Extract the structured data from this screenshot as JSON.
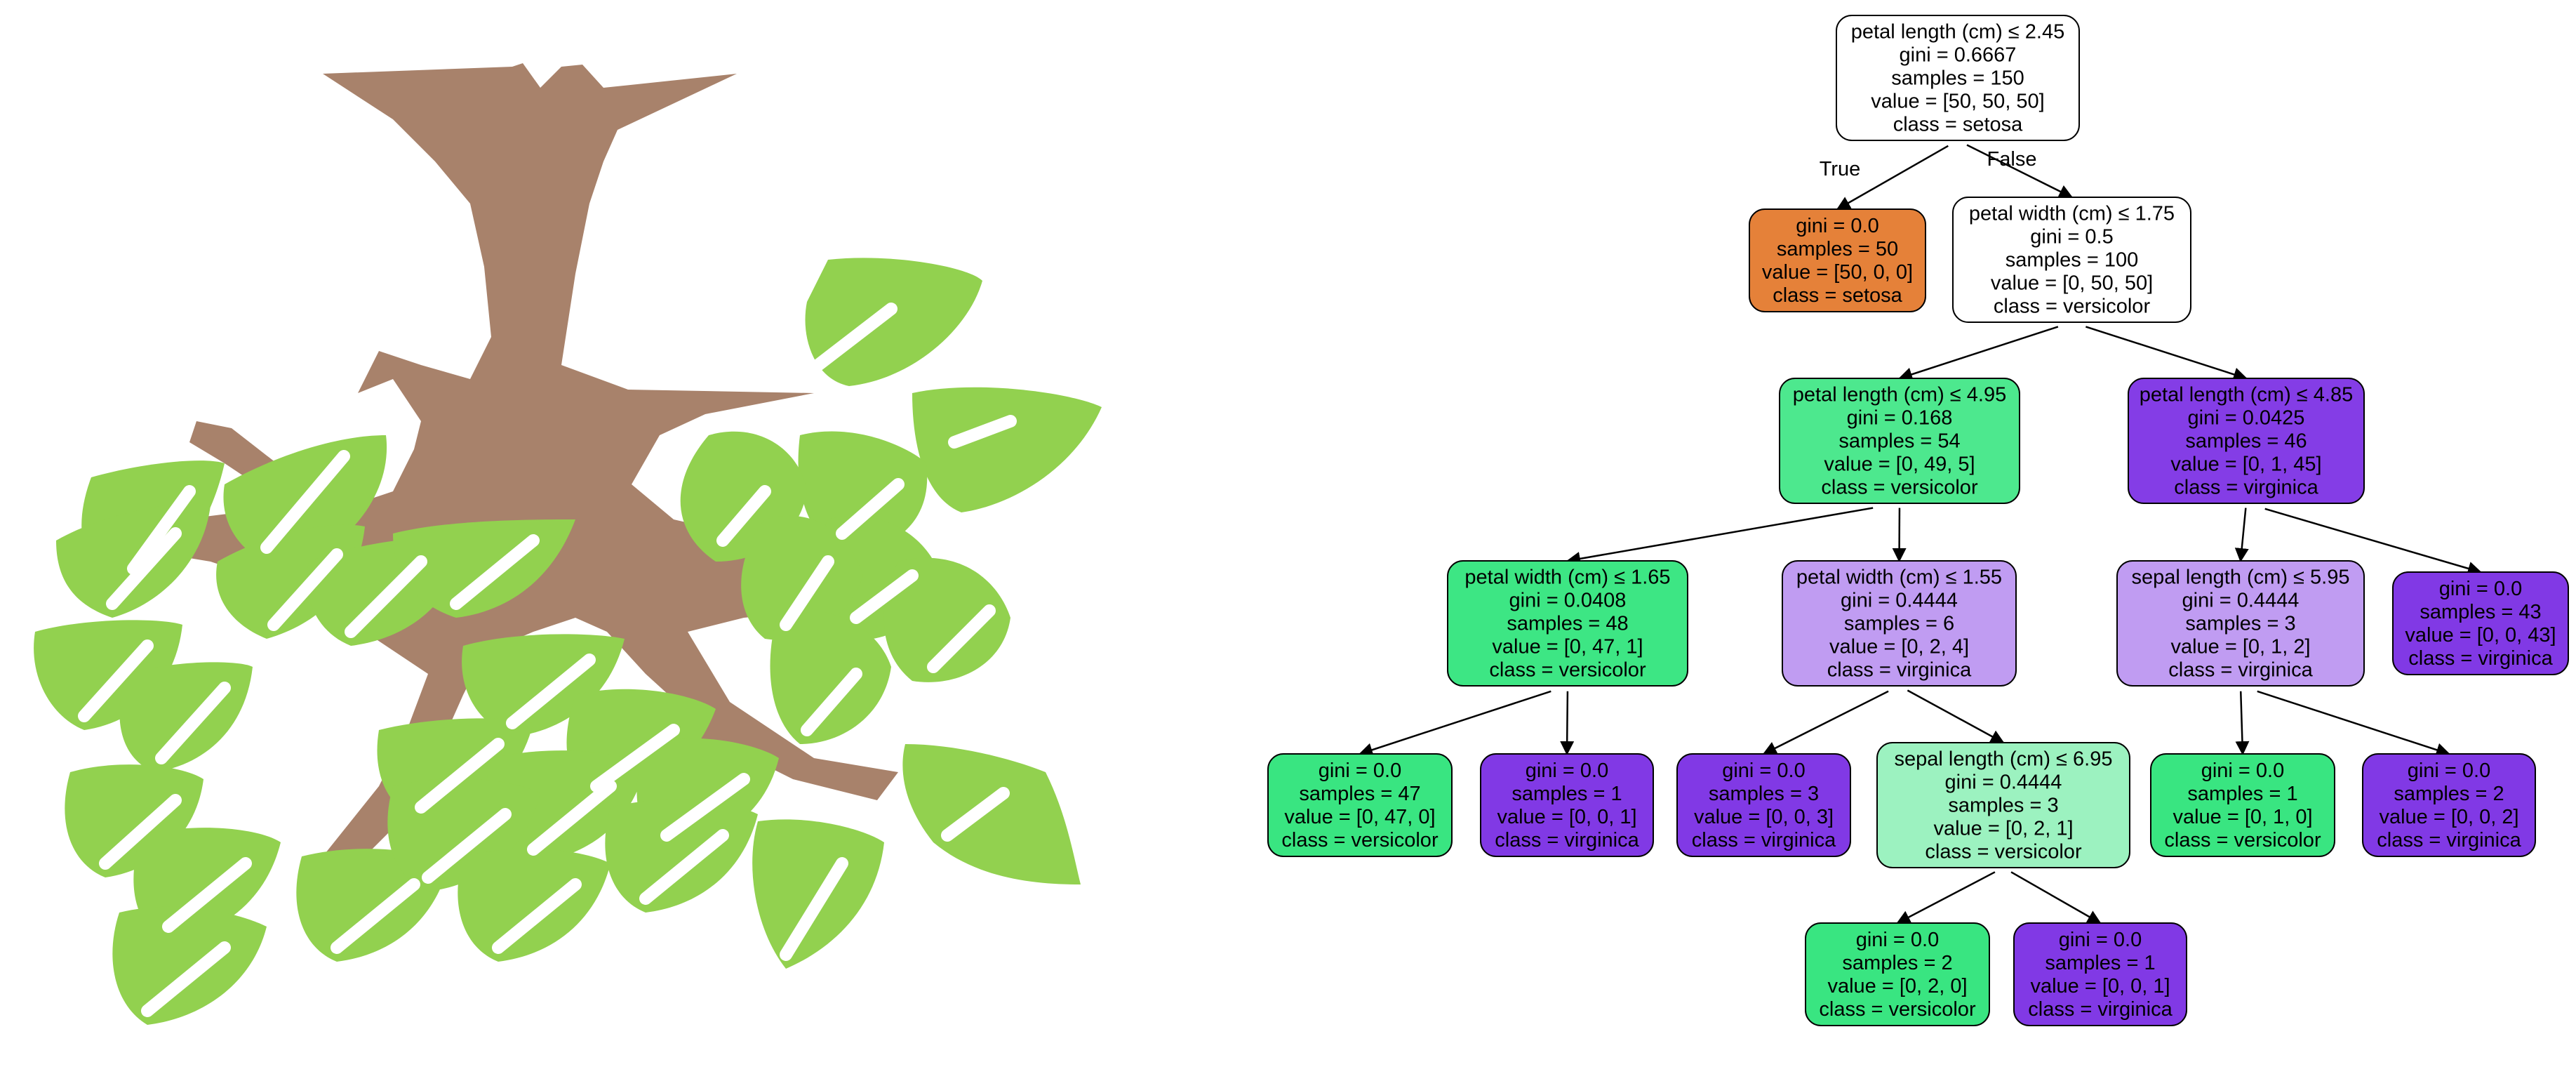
{
  "illustration": {
    "icon": "tree-with-leaves",
    "colors": {
      "trunk": "#a8826b",
      "leaf": "#92d14f",
      "vein": "#ffffff"
    }
  },
  "colors": {
    "edge": "#000000",
    "node_border": "#000000",
    "setosa": "#e58139",
    "versicolor_pure": "#39e581",
    "versicolor_mid": "#4de88e",
    "versicolor_light": "#9cf2c0",
    "virginica_pure": "#8139e5",
    "virginica_mid": "#843de6",
    "virginica_light": "#c09cf2",
    "neutral": "#ffffff"
  },
  "tree": {
    "nodes": [
      {
        "id": "n0",
        "fill": "#ffffff",
        "lines": [
          "petal length (cm) ≤ 2.45",
          "gini = 0.6667",
          "samples = 150",
          "value = [50, 50, 50]",
          "class = setosa"
        ]
      },
      {
        "id": "n1",
        "fill": "#e58139",
        "lines": [
          "gini = 0.0",
          "samples = 50",
          "value = [50, 0, 0]",
          "class = setosa"
        ]
      },
      {
        "id": "n2",
        "fill": "#ffffff",
        "lines": [
          "petal width (cm) ≤ 1.75",
          "gini = 0.5",
          "samples = 100",
          "value = [0, 50, 50]",
          "class = versicolor"
        ]
      },
      {
        "id": "n3",
        "fill": "#4de88e",
        "lines": [
          "petal length (cm) ≤ 4.95",
          "gini = 0.168",
          "samples = 54",
          "value = [0, 49, 5]",
          "class = versicolor"
        ]
      },
      {
        "id": "n4",
        "fill": "#843de6",
        "lines": [
          "petal length (cm) ≤ 4.85",
          "gini = 0.0425",
          "samples = 46",
          "value = [0, 1, 45]",
          "class = virginica"
        ]
      },
      {
        "id": "n5",
        "fill": "#3de684",
        "lines": [
          "petal width (cm) ≤ 1.65",
          "gini = 0.0408",
          "samples = 48",
          "value = [0, 47, 1]",
          "class = versicolor"
        ]
      },
      {
        "id": "n6",
        "fill": "#c09cf2",
        "lines": [
          "petal width (cm) ≤ 1.55",
          "gini = 0.4444",
          "samples = 6",
          "value = [0, 2, 4]",
          "class = virginica"
        ]
      },
      {
        "id": "n7",
        "fill": "#c09cf2",
        "lines": [
          "sepal length (cm) ≤ 5.95",
          "gini = 0.4444",
          "samples = 3",
          "value = [0, 1, 2]",
          "class = virginica"
        ]
      },
      {
        "id": "n8",
        "fill": "#8139e5",
        "lines": [
          "gini = 0.0",
          "samples = 43",
          "value = [0, 0, 43]",
          "class = virginica"
        ]
      },
      {
        "id": "n9",
        "fill": "#39e581",
        "lines": [
          "gini = 0.0",
          "samples = 47",
          "value = [0, 47, 0]",
          "class = versicolor"
        ]
      },
      {
        "id": "n10",
        "fill": "#8139e5",
        "lines": [
          "gini = 0.0",
          "samples = 1",
          "value = [0, 0, 1]",
          "class = virginica"
        ]
      },
      {
        "id": "n11",
        "fill": "#8139e5",
        "lines": [
          "gini = 0.0",
          "samples = 3",
          "value = [0, 0, 3]",
          "class = virginica"
        ]
      },
      {
        "id": "n12",
        "fill": "#9cf2c0",
        "lines": [
          "sepal length (cm) ≤ 6.95",
          "gini = 0.4444",
          "samples = 3",
          "value = [0, 2, 1]",
          "class = versicolor"
        ]
      },
      {
        "id": "n13",
        "fill": "#39e581",
        "lines": [
          "gini = 0.0",
          "samples = 1",
          "value = [0, 1, 0]",
          "class = versicolor"
        ]
      },
      {
        "id": "n14",
        "fill": "#8139e5",
        "lines": [
          "gini = 0.0",
          "samples = 2",
          "value = [0, 0, 2]",
          "class = virginica"
        ]
      },
      {
        "id": "n15",
        "fill": "#39e581",
        "lines": [
          "gini = 0.0",
          "samples = 2",
          "value = [0, 2, 0]",
          "class = versicolor"
        ]
      },
      {
        "id": "n16",
        "fill": "#8139e5",
        "lines": [
          "gini = 0.0",
          "samples = 1",
          "value = [0, 0, 1]",
          "class = virginica"
        ]
      }
    ],
    "edges": [
      {
        "from": "n0",
        "to": "n1",
        "label": "True"
      },
      {
        "from": "n0",
        "to": "n2",
        "label": "False"
      },
      {
        "from": "n2",
        "to": "n3"
      },
      {
        "from": "n2",
        "to": "n4"
      },
      {
        "from": "n3",
        "to": "n5"
      },
      {
        "from": "n3",
        "to": "n6"
      },
      {
        "from": "n4",
        "to": "n7"
      },
      {
        "from": "n4",
        "to": "n8"
      },
      {
        "from": "n5",
        "to": "n9"
      },
      {
        "from": "n5",
        "to": "n10"
      },
      {
        "from": "n6",
        "to": "n11"
      },
      {
        "from": "n6",
        "to": "n12"
      },
      {
        "from": "n7",
        "to": "n13"
      },
      {
        "from": "n7",
        "to": "n14"
      },
      {
        "from": "n12",
        "to": "n15"
      },
      {
        "from": "n12",
        "to": "n16"
      }
    ]
  }
}
